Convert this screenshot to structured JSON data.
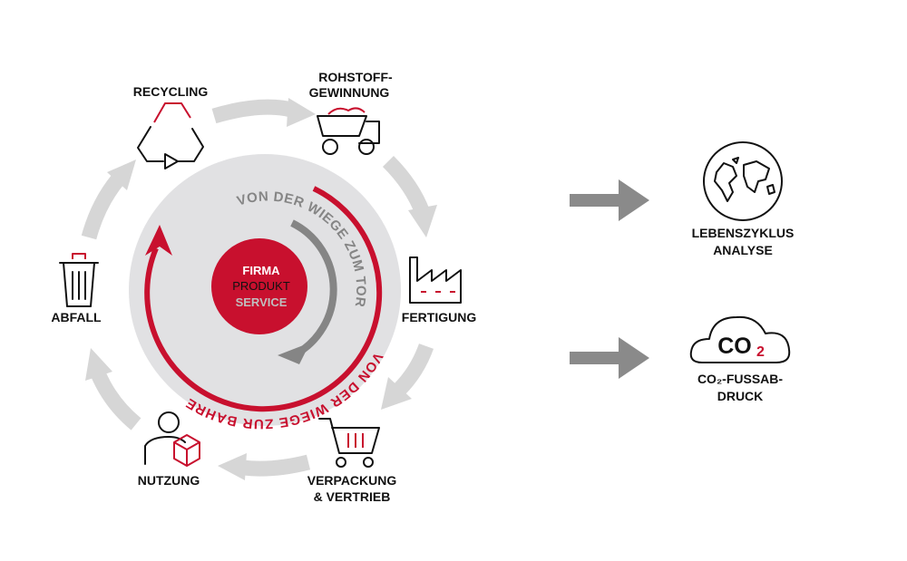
{
  "colors": {
    "accent": "#c8102e",
    "gray_arrow": "#d6d6d6",
    "dark_gray": "#8a8a8a",
    "disk": "#e1e1e3"
  },
  "center": {
    "line1": "FIRMA",
    "line2": "PRODUKT",
    "line3": "SERVICE"
  },
  "arcs": {
    "inner": "VON DER WIEGE ZUM TOR",
    "outer": "VON DER WIEGE ZUR BAHRE"
  },
  "stages": {
    "recycling": "RECYCLING",
    "rohstoff_1": "ROHSTOFF-",
    "rohstoff_2": "GEWINNUNG",
    "fertigung": "FERTIGUNG",
    "verpackung_1": "VERPACKUNG",
    "verpackung_2": "& VERTRIEB",
    "nutzung": "NUTZUNG",
    "abfall": "ABFALL"
  },
  "results": {
    "lca_1": "LEBENSZYKLUS",
    "lca_2": "ANALYSE",
    "co2_icon_main": "CO",
    "co2_icon_sub": "2",
    "co2_1": "CO₂-FUSSAB-",
    "co2_2": "DRUCK"
  }
}
